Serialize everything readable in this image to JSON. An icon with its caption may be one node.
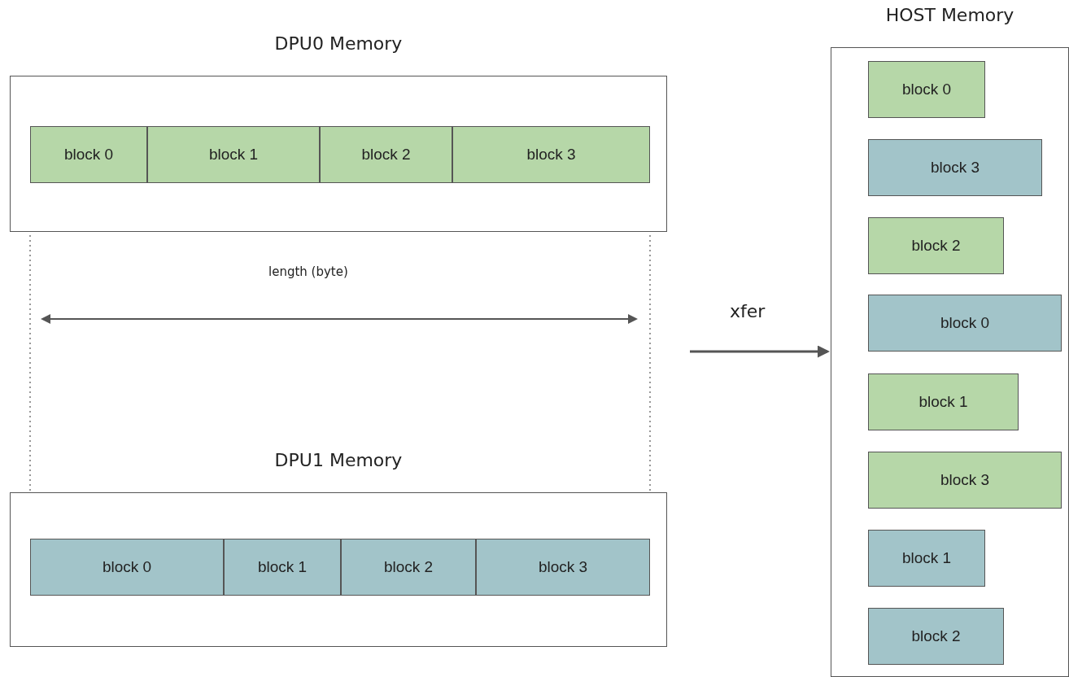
{
  "diagram": {
    "nodes": [
      {
        "text": [
          "DPU0  Memory"
        ]
      },
      {
        "text": [
          "block 0"
        ],
        "in": 0
      },
      {
        "text": [
          "block 1"
        ],
        "in": 0
      },
      {
        "text": [
          "block 2"
        ],
        "in": 0
      },
      {
        "text": [
          "block 3"
        ],
        "in": 0
      },
      {
        "text": [
          "DPU1  Memory"
        ]
      },
      {
        "text": [
          "block 0"
        ],
        "in": 5
      },
      {
        "text": [
          "block 1"
        ],
        "in": 5
      },
      {
        "text": [
          "block 2"
        ],
        "in": 5
      },
      {
        "text": [
          "block 3"
        ],
        "in": 5
      },
      {
        "text": [
          "HOST Memory"
        ]
      },
      {
        "text": [
          "block 0"
        ],
        "in": 10
      },
      {
        "text": [
          "block 3"
        ],
        "in": 10
      },
      {
        "text": [
          "block 2"
        ],
        "in": 10
      },
      {
        "text": [
          "block 0"
        ],
        "in": 10
      },
      {
        "text": [
          "block 1"
        ],
        "in": 10
      },
      {
        "text": [
          "block 3"
        ],
        "in": 10
      },
      {
        "text": [
          "block 1"
        ],
        "in": 10
      },
      {
        "text": [
          "block 2"
        ],
        "in": 10
      }
    ],
    "edges": [
      {
        "from": null,
        "to": 10,
        "arrow": "to",
        "label": "xfer"
      }
    ],
    "labels": [
      "length (byte)"
    ]
  }
}
